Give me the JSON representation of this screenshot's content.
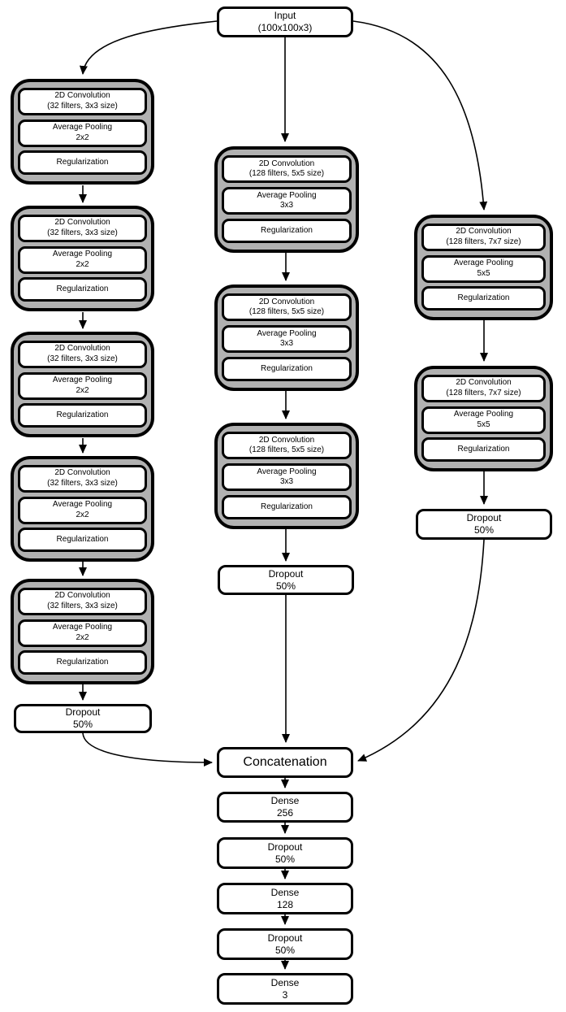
{
  "colors": {
    "block_fill": "#b1b1b1",
    "node_fill": "#ffffff",
    "line": "#000000",
    "background": "#ffffff"
  },
  "input": {
    "line1": "Input",
    "line2": "(100x100x3)"
  },
  "branches": {
    "left": {
      "block_count": 5,
      "conv_line1": "2D Convolution",
      "conv_line2": "(32 filters, 3x3 size)",
      "pool_line1": "Average Pooling",
      "pool_line2": "2x2",
      "reg": "Regularization",
      "dropout_line1": "Dropout",
      "dropout_line2": "50%"
    },
    "middle": {
      "block_count": 3,
      "conv_line1": "2D Convolution",
      "conv_line2": "(128 filters, 5x5 size)",
      "pool_line1": "Average Pooling",
      "pool_line2": "3x3",
      "reg": "Regularization",
      "dropout_line1": "Dropout",
      "dropout_line2": "50%"
    },
    "right": {
      "block_count": 2,
      "conv_line1": "2D Convolution",
      "conv_line2": "(128 filters, 7x7 size)",
      "pool_line1": "Average Pooling",
      "pool_line2": "5x5",
      "reg": "Regularization",
      "dropout_line1": "Dropout",
      "dropout_line2": "50%"
    }
  },
  "tail": {
    "concatenation": "Concatenation",
    "dense1_line1": "Dense",
    "dense1_line2": "256",
    "dropout1_line1": "Dropout",
    "dropout1_line2": "50%",
    "dense2_line1": "Dense",
    "dense2_line2": "128",
    "dropout2_line1": "Dropout",
    "dropout2_line2": "50%",
    "dense3_line1": "Dense",
    "dense3_line2": "3"
  }
}
